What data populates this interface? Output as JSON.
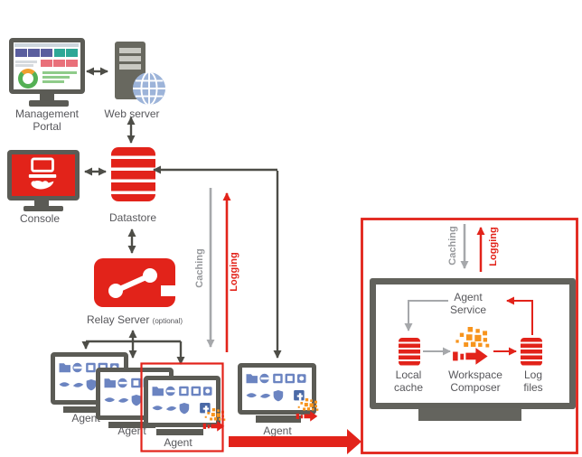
{
  "nodes": {
    "management_portal": {
      "label": [
        "Management",
        "Portal"
      ]
    },
    "web_server": {
      "label": "Web server"
    },
    "console": {
      "label": "Console"
    },
    "datastore": {
      "label": "Datastore"
    },
    "relay_server": {
      "label": "Relay Server",
      "qualifier": "(optional)"
    },
    "agents": {
      "label": "Agent"
    }
  },
  "flows": {
    "caching": "Caching",
    "logging": "Logging"
  },
  "detail_panel": {
    "flows": {
      "caching": "Caching",
      "logging": "Logging"
    },
    "agent_service": {
      "label": [
        "Agent",
        "Service"
      ]
    },
    "local_cache": {
      "label": [
        "Local",
        "cache"
      ]
    },
    "workspace_composer": {
      "label": [
        "Workspace",
        "Composer"
      ]
    },
    "log_files": {
      "label": [
        "Log",
        "files"
      ]
    }
  },
  "colors": {
    "accent_red": "#e2231a",
    "frame_gray": "#5b5b55",
    "arrow_dark": "#4d4d47",
    "arrow_gray": "#a6a8ab",
    "app_icon_blue": "#6b84c1",
    "facebook_blue": "#4a69a6",
    "globe_blue": "#9db4d9",
    "composer_orange": "#f7941d",
    "label_text": "#57575b"
  }
}
